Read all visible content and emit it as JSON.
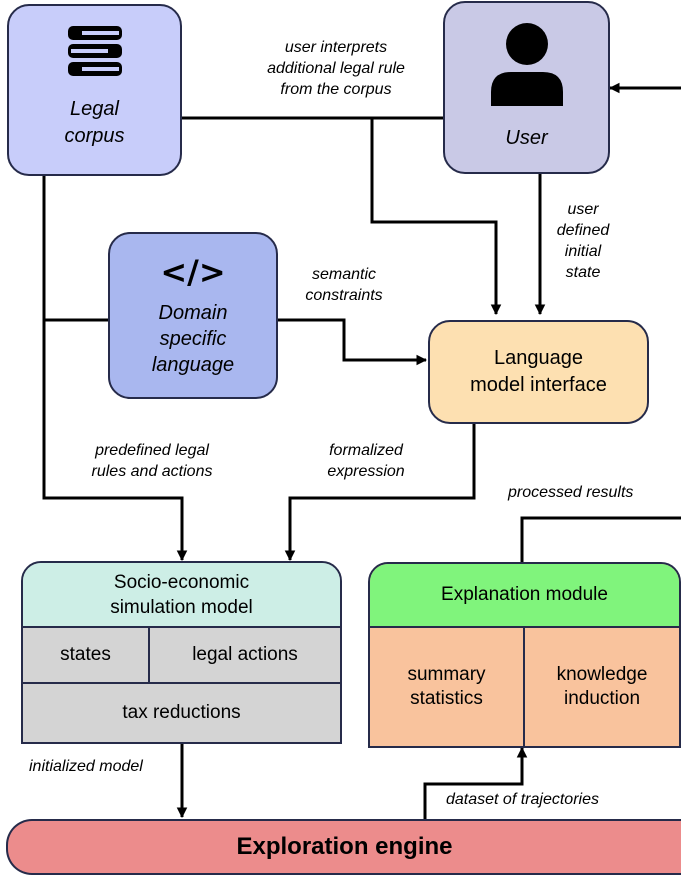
{
  "nodes": {
    "legal_corpus": {
      "label_line1": "Legal",
      "label_line2": "corpus",
      "icon": "books-icon"
    },
    "user": {
      "label": "User",
      "icon": "person-icon"
    },
    "dsl": {
      "icon": "code-icon",
      "icon_text": "</>",
      "label_line1": "Domain",
      "label_line2": "specific",
      "label_line3": "language"
    },
    "lm_interface": {
      "label_line1": "Language",
      "label_line2": "model interface"
    },
    "sim_model": {
      "title_line1": "Socio-economic",
      "title_line2": "simulation model",
      "cell_states": "states",
      "cell_legal_actions": "legal actions",
      "cell_tax_reductions": "tax reductions"
    },
    "explanation": {
      "title": "Explanation module",
      "cell_summary_line1": "summary",
      "cell_summary_line2": "statistics",
      "cell_knowledge_line1": "knowledge",
      "cell_knowledge_line2": "induction"
    },
    "engine": {
      "label": "Exploration engine"
    }
  },
  "edges": {
    "user_interprets": {
      "line1": "user interprets",
      "line2": "additional legal rule",
      "line3": "from the corpus"
    },
    "user_defined": {
      "line1": "user",
      "line2": "defined",
      "line3": "initial",
      "line4": "state"
    },
    "semantic": {
      "line1": "semantic",
      "line2": "constraints"
    },
    "predefined": {
      "line1": "predefined legal",
      "line2": "rules and actions"
    },
    "formalized": {
      "line1": "formalized",
      "line2": "expression"
    },
    "processed": {
      "label": "processed results"
    },
    "initialized": {
      "label": "initialized model"
    },
    "dataset": {
      "label": "dataset of trajectories"
    }
  },
  "colors": {
    "legal_corpus": "#c8cdfa",
    "user": "#c9c9e6",
    "dsl": "#a9b7ef",
    "lm_interface": "#fde0b1",
    "sim_header": "#cdeee6",
    "sim_cells": "#d4d4d4",
    "explanation_header": "#80f47c",
    "explanation_cells": "#f9c39d",
    "engine": "#ec8c8c",
    "border": "#262b4a",
    "line": "#000000"
  }
}
